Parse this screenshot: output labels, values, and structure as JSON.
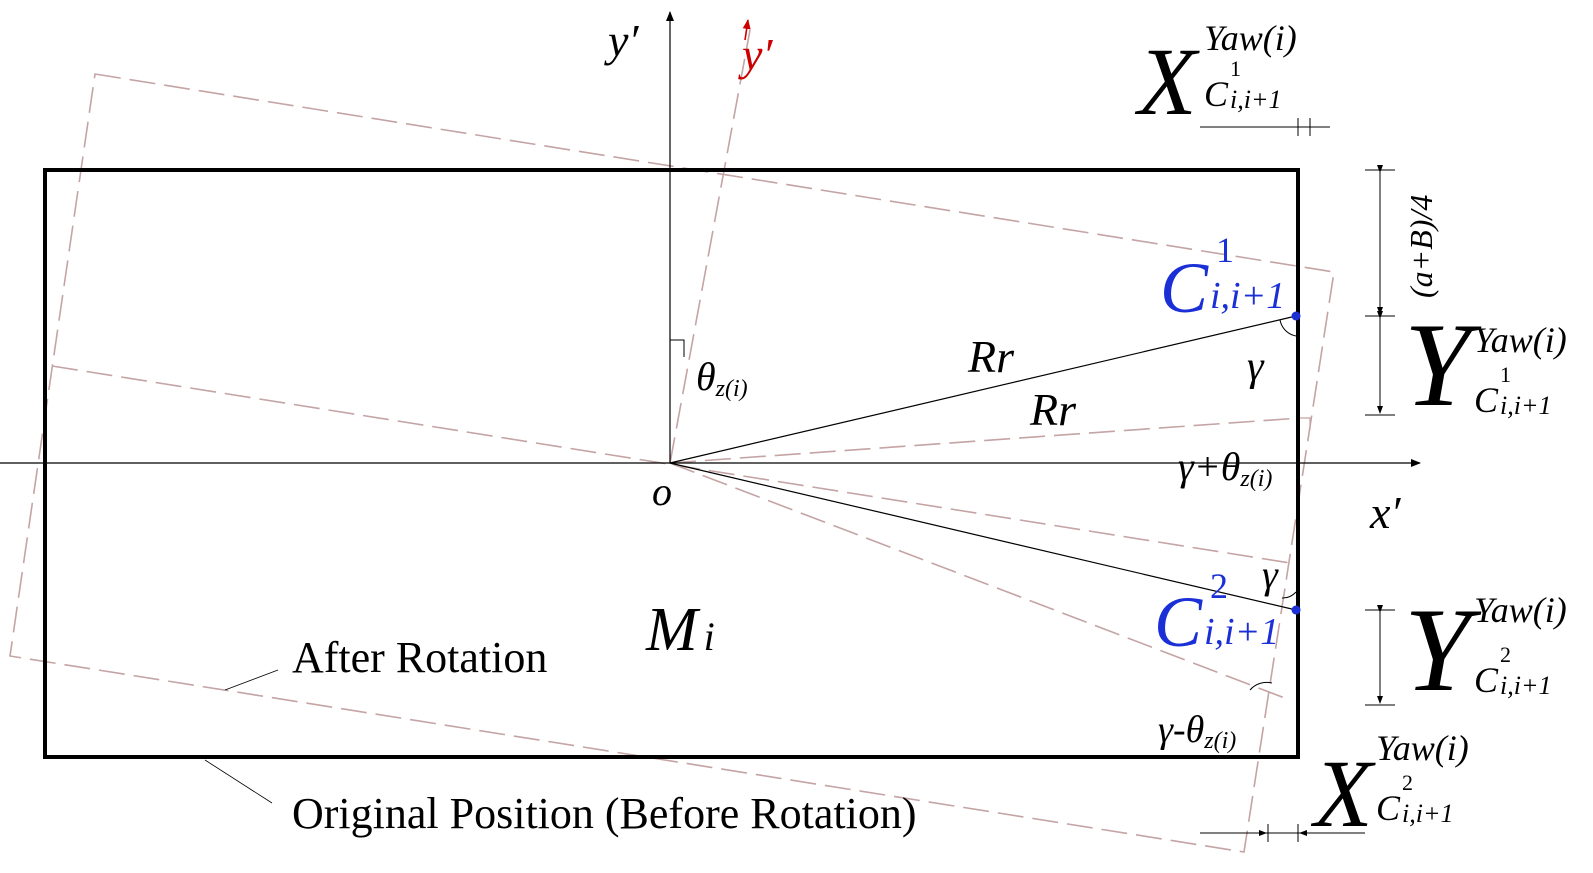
{
  "axes": {
    "x_prime": "x′",
    "y_prime": "y′",
    "y_prime_rotated": "y′",
    "origin": "o"
  },
  "labels": {
    "module": {
      "main": "M",
      "sub": "i"
    },
    "after_rotation": "After Rotation",
    "original_position": "Original Position (Before Rotation)",
    "theta": {
      "main": "θ",
      "sub": "z(i)"
    },
    "rr_upper": "Rr",
    "rr_lower": "Rr",
    "gamma_upper": "γ",
    "gamma_plus_theta": {
      "main": "γ+θ",
      "sub": "z(i)"
    },
    "gamma_lower": "γ",
    "gamma_minus_theta": {
      "main": "γ-θ",
      "sub": "z(i)"
    },
    "dimension_a_b": "(a+B)/4"
  },
  "points": {
    "c1": {
      "main": "C",
      "sup": "1",
      "sub": "i,i+1"
    },
    "c2": {
      "main": "C",
      "sup": "2",
      "sub": "i,i+1"
    }
  },
  "offsets": {
    "x_c1": {
      "main": "X",
      "sup": "Yaw(i)",
      "sub_main": "C",
      "sub_sup": "1",
      "sub_sub": "i,i+1"
    },
    "y_c1": {
      "main": "Y",
      "sup": "Yaw(i)",
      "sub_main": "C",
      "sub_sup": "1",
      "sub_sub": "i,i+1"
    },
    "y_c2": {
      "main": "Y",
      "sup": "Yaw(i)",
      "sub_main": "C",
      "sub_sup": "2",
      "sub_sub": "i,i+1"
    },
    "x_c2": {
      "main": "X",
      "sup": "Yaw(i)",
      "sub_main": "C",
      "sub_sup": "2",
      "sub_sub": "i,i+1"
    }
  },
  "colors": {
    "outline": "#000000",
    "dashed": "#c4a4a4",
    "point": "#1a2fd6",
    "rotated_axis": "#cc0000"
  }
}
